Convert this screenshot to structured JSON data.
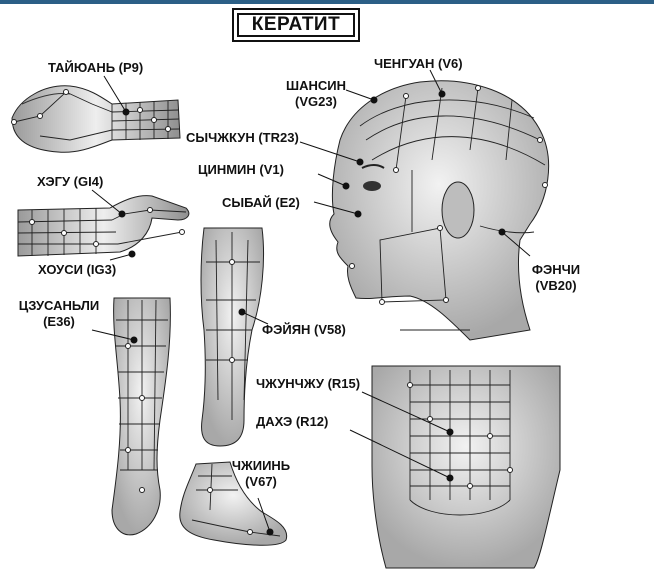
{
  "title": "КЕРАТИТ",
  "labels": {
    "taiyuan": "ТАЙЮАНЬ (Р9)",
    "hegu": "ХЭГУ (GI4)",
    "houxi": "ХОУСИ (IG3)",
    "zusanli_1": "ЦЗУСАНЬЛИ",
    "zusanli_2": "(Е36)",
    "feiyang": "ФЭЙЯН (V58)",
    "zhiyin_1": "ЧЖИИНЬ",
    "zhiyin_2": "(V67)",
    "chengguang": "ЧЕНГУАН (V6)",
    "shangxing_1": "ШАНСИН",
    "shangxing_2": "(VG23)",
    "sizhukong": "СЫЧЖКУН (TR23)",
    "jingming": "ЦИНМИН (V1)",
    "sibai": "СЫБАЙ (Е2)",
    "fengchi_1": "ФЭНЧИ",
    "fengchi_2": "(VB20)",
    "zhongzhu": "ЧЖУНЧЖУ (R15)",
    "dahe": "ДАХЭ (R12)"
  },
  "colors": {
    "ink": "#111111",
    "frame": "#2b5f86",
    "skin": "#d8d8d8",
    "shade": "#a9a9a9"
  }
}
